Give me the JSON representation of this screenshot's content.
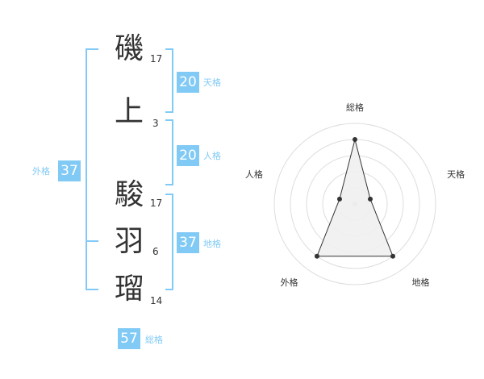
{
  "colors": {
    "accent": "#81CAF5",
    "text": "#333333",
    "grid": "#dddddd",
    "fill": "#f0f0f0",
    "line": "#333333"
  },
  "name": {
    "characters": [
      {
        "char": "磯",
        "strokes": "17"
      },
      {
        "char": "上",
        "strokes": "3"
      },
      {
        "char": "駿",
        "strokes": "17"
      },
      {
        "char": "羽",
        "strokes": "6"
      },
      {
        "char": "瑠",
        "strokes": "14"
      }
    ]
  },
  "fortunes": {
    "tenkaku": {
      "value": "20",
      "label": "天格"
    },
    "jinkaku": {
      "value": "20",
      "label": "人格"
    },
    "chikaku": {
      "value": "37",
      "label": "地格"
    },
    "gaikaku": {
      "value": "37",
      "label": "外格"
    },
    "soukaku": {
      "value": "57",
      "label": "総格"
    }
  },
  "chart_data": {
    "type": "radar",
    "axes": [
      "総格",
      "天格",
      "地格",
      "外格",
      "人格"
    ],
    "values": [
      4,
      1,
      4,
      4,
      1
    ],
    "max": 5,
    "rings": 5
  }
}
